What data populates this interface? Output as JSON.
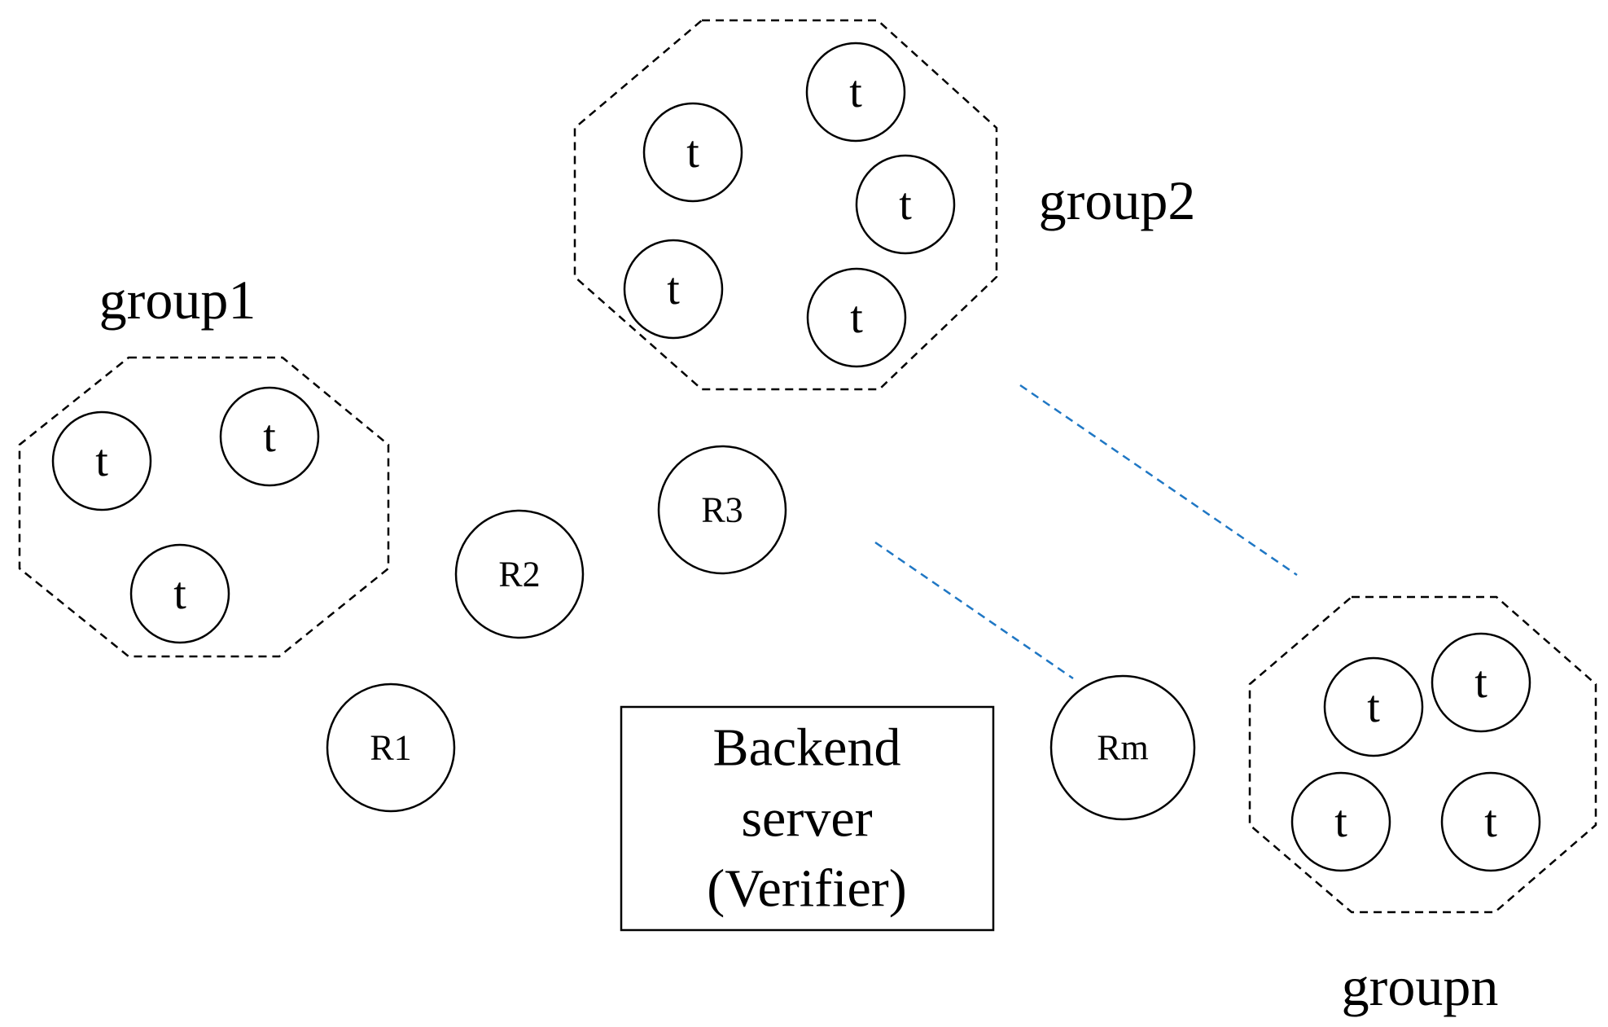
{
  "groups": [
    {
      "name": "group1",
      "tags": [
        "t",
        "t",
        "t"
      ]
    },
    {
      "name": "group2",
      "tags": [
        "t",
        "t",
        "t",
        "t",
        "t"
      ]
    },
    {
      "name": "groupn",
      "tags": [
        "t",
        "t",
        "t",
        "t"
      ]
    }
  ],
  "readers": [
    "R1",
    "R2",
    "R3",
    "Rm"
  ],
  "server": {
    "line1": "Backend",
    "line2": "server",
    "line3": "(Verifier)"
  },
  "colors": {
    "stroke": "#000000",
    "ellipsis_line": "#1f77c4"
  }
}
